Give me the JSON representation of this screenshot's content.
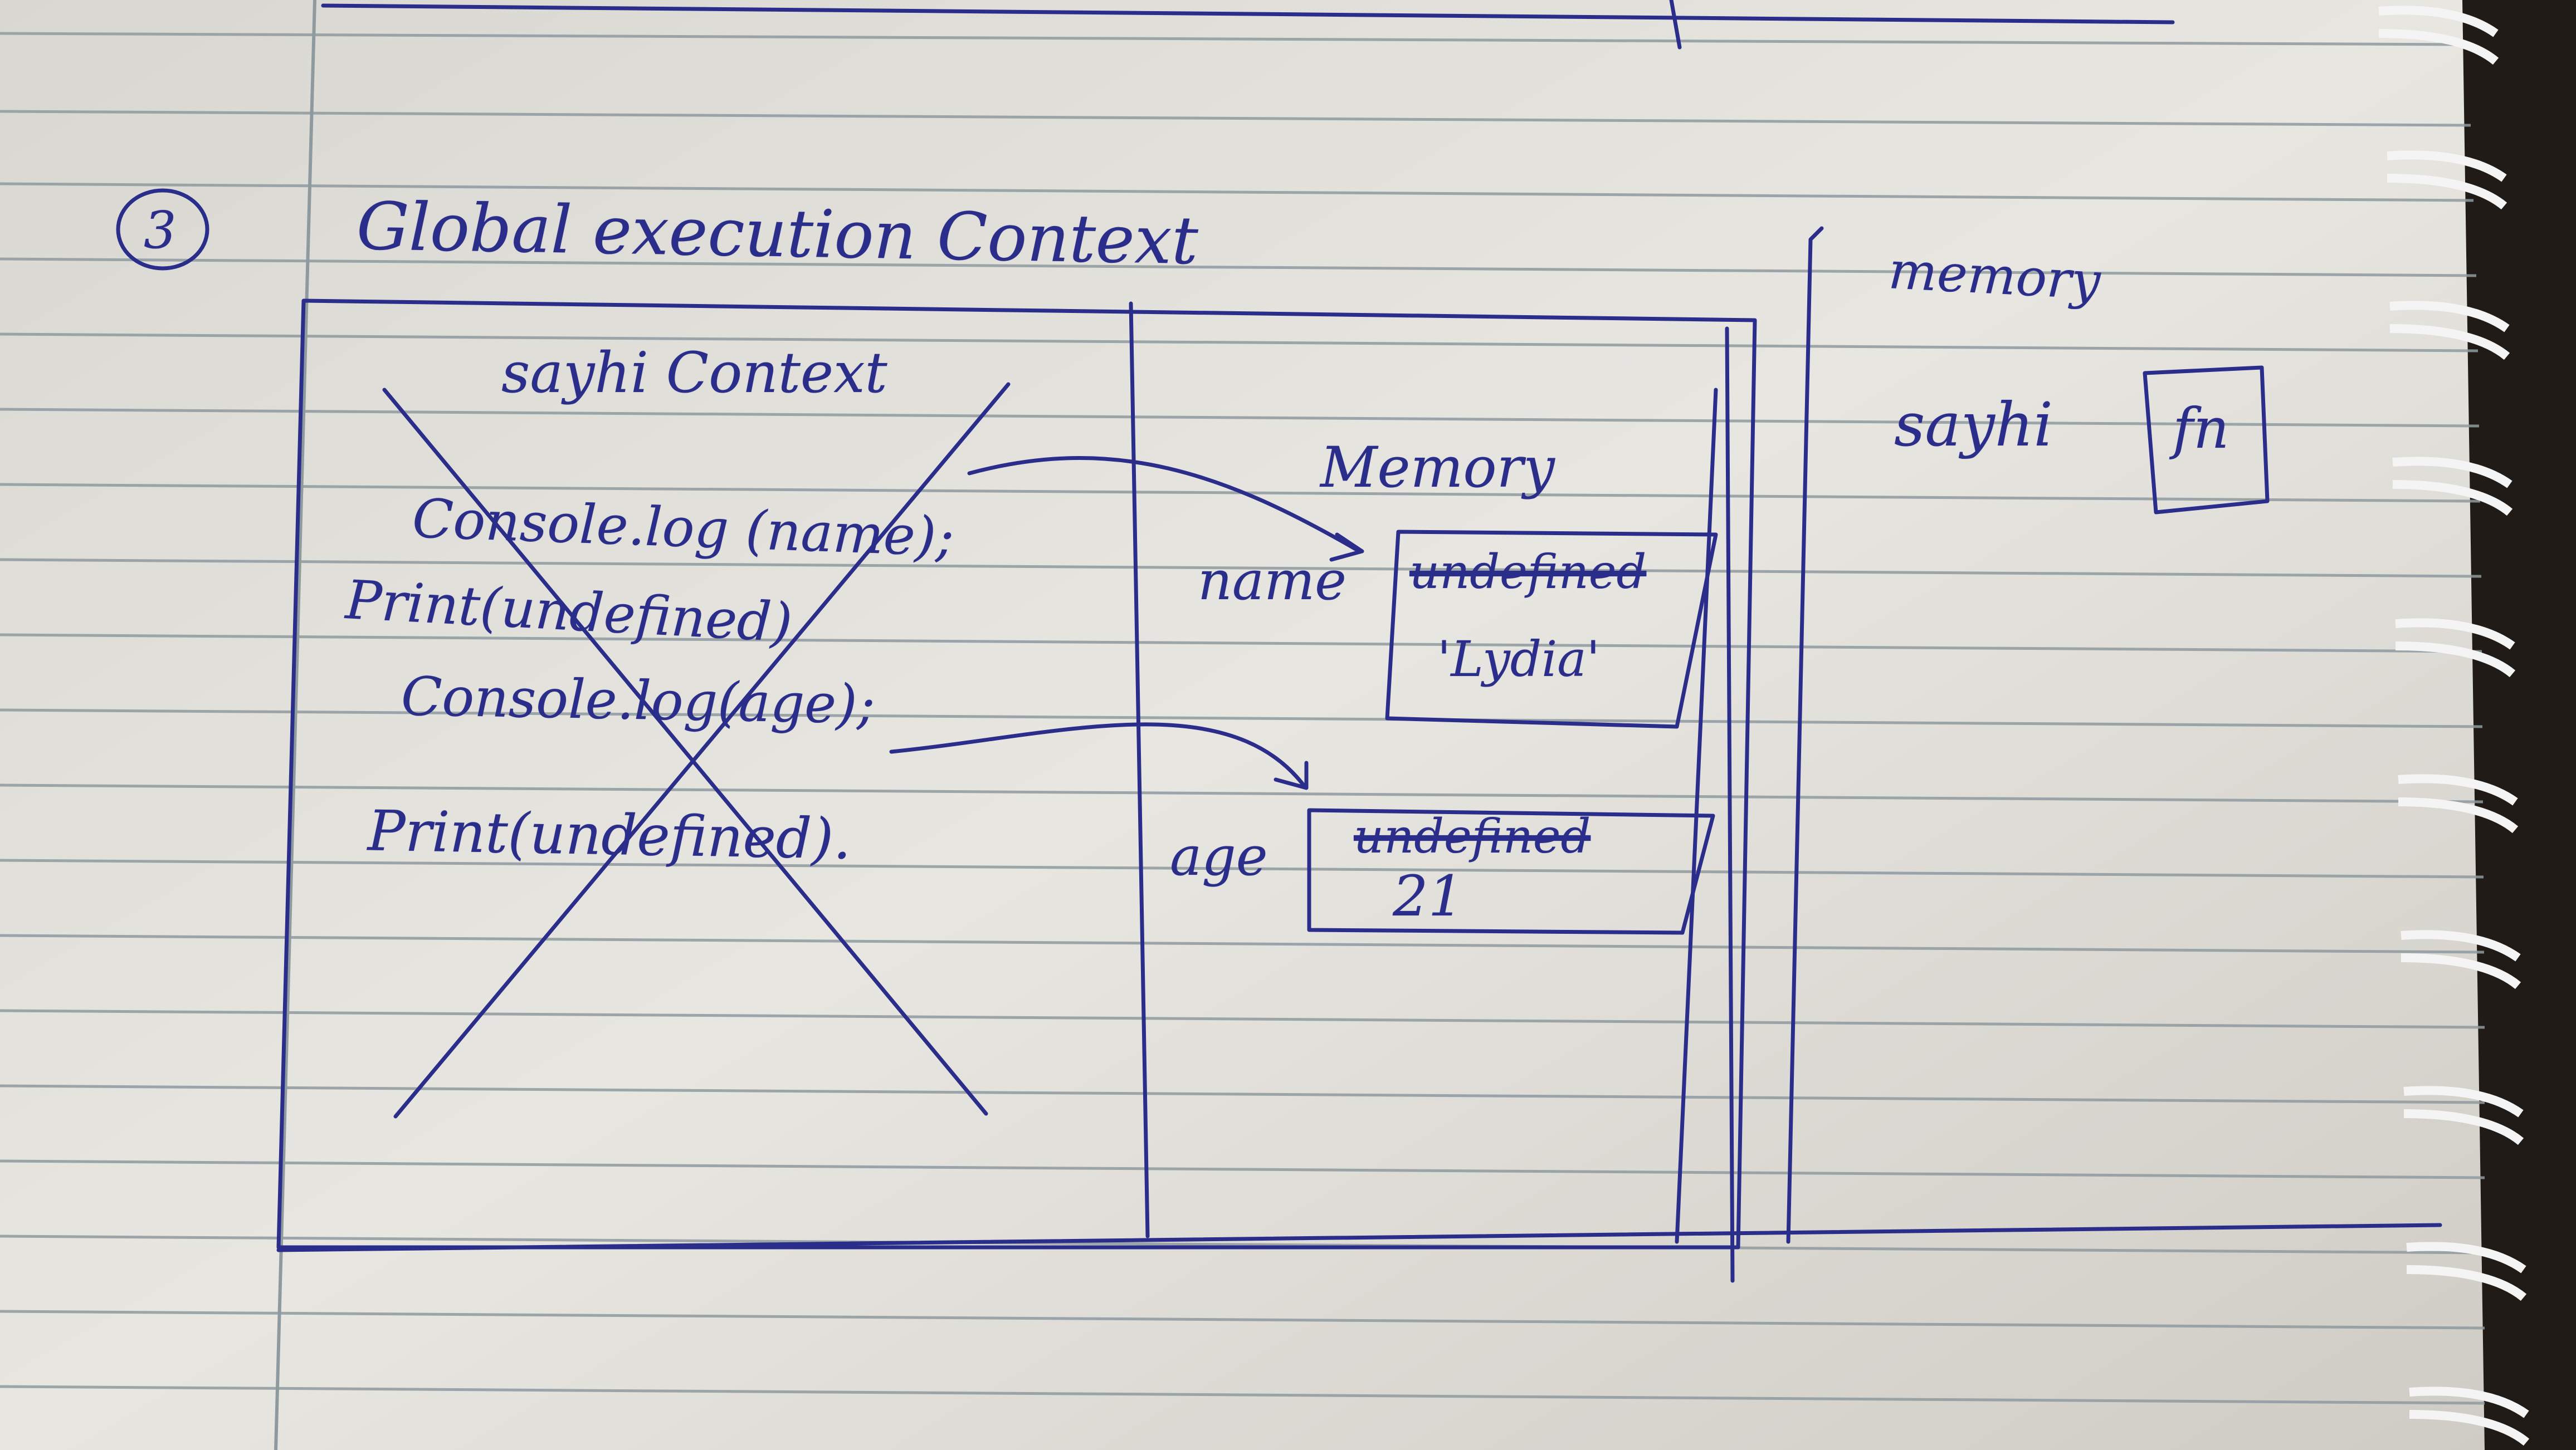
{
  "page": {
    "section_number": "3",
    "title": "Global execution Context"
  },
  "function_context": {
    "title": "sayhi Context",
    "code_lines": [
      "Console.log (name);",
      "Print(undefined)",
      "Console.log(age);",
      "Print(undefined)."
    ],
    "crossed_out": true
  },
  "inner_memory": {
    "heading": "Memory",
    "entries": [
      {
        "key": "name",
        "old_value": "undefined",
        "value": "'Lydia'"
      },
      {
        "key": "age",
        "old_value": "undefined",
        "value": "21"
      }
    ]
  },
  "global_memory": {
    "heading": "memory",
    "entries": [
      {
        "key": "sayhi",
        "value": "fn"
      }
    ]
  },
  "colors": {
    "paper": "#e6e4df",
    "rule": "#8f9a9f",
    "ink": "#2b2d8a"
  }
}
